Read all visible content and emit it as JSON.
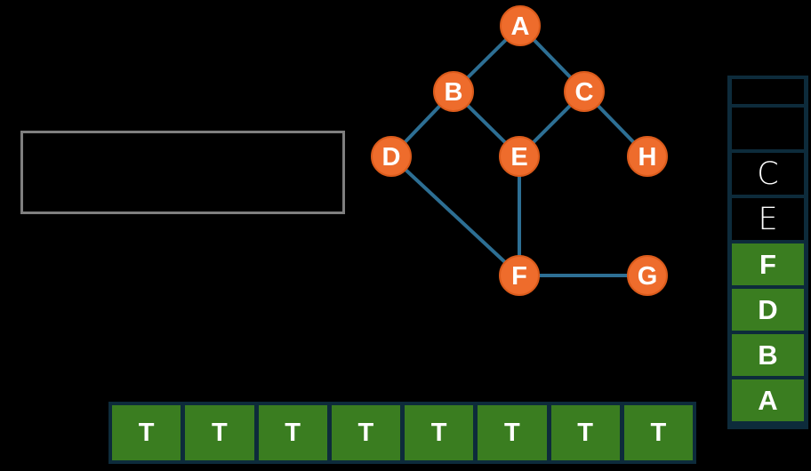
{
  "colors": {
    "background": "#000000",
    "node_fill": "#EE6C2C",
    "node_rim": "#DB5B1B",
    "edge": "#2D6F94",
    "stack_border": "#0D2B3B",
    "visited_green": "#3A7D20",
    "info_box_border": "#7F7F7F",
    "letter": "#FFFFFF"
  },
  "info_box": {
    "text": ""
  },
  "graph": {
    "nodes": [
      {
        "id": "A",
        "label": "A"
      },
      {
        "id": "B",
        "label": "B"
      },
      {
        "id": "C",
        "label": "C"
      },
      {
        "id": "D",
        "label": "D"
      },
      {
        "id": "E",
        "label": "E"
      },
      {
        "id": "F",
        "label": "F"
      },
      {
        "id": "G",
        "label": "G"
      },
      {
        "id": "H",
        "label": "H"
      }
    ],
    "edges": [
      [
        "A",
        "B"
      ],
      [
        "A",
        "C"
      ],
      [
        "B",
        "D"
      ],
      [
        "B",
        "E"
      ],
      [
        "C",
        "E"
      ],
      [
        "C",
        "H"
      ],
      [
        "D",
        "F"
      ],
      [
        "E",
        "F"
      ],
      [
        "F",
        "G"
      ]
    ]
  },
  "stack": {
    "slots_top_to_bottom": [
      {
        "label": "",
        "state": "empty"
      },
      {
        "label": "",
        "state": "empty"
      },
      {
        "label": "C",
        "state": "in-stack"
      },
      {
        "label": "E",
        "state": "in-stack"
      },
      {
        "label": "F",
        "state": "visited"
      },
      {
        "label": "D",
        "state": "visited"
      },
      {
        "label": "B",
        "state": "visited"
      },
      {
        "label": "A",
        "state": "visited"
      }
    ]
  },
  "visited_row": {
    "cells": [
      {
        "label": "T"
      },
      {
        "label": "T"
      },
      {
        "label": "T"
      },
      {
        "label": "T"
      },
      {
        "label": "T"
      },
      {
        "label": "T"
      },
      {
        "label": "T"
      },
      {
        "label": "T"
      }
    ]
  }
}
